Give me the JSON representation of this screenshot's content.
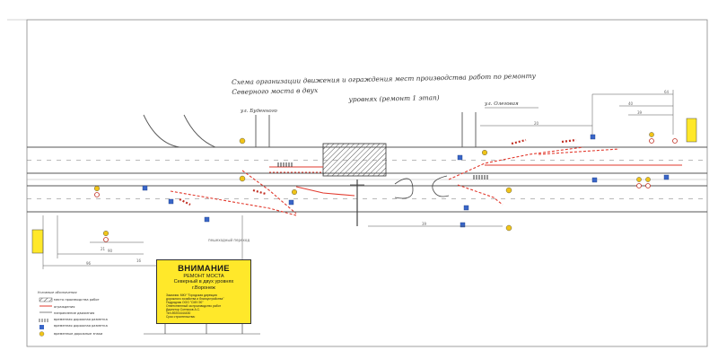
{
  "title": {
    "line1": "Схема организации движения и ограждения мест производства работ по ремонту Северного моста в двух",
    "line2": "уровнях (ремонт 1 этап)"
  },
  "streets": {
    "budennogo": "ул. Буденного",
    "olenikova": "ул. Олеговая"
  },
  "underpass_note": "пешеходный переход",
  "board": {
    "heading": "ВНИМАНИЕ",
    "line1": "РЕМОНТ МОСТА",
    "line2": "Северный в двух уровнях",
    "line3": "г.Воронеж",
    "info": [
      "Заказчик: МКУ \"Городская дирекция",
      "дорожного хозяйства и благоустройства\"",
      "Подрядчик ООО \"СМУ-90\"",
      "Ответственный за производство работ",
      "Директор Сотников А.С.",
      "Тел.89204444430",
      "Срок строительства:"
    ]
  },
  "legend": {
    "heading": "Условные обозначения",
    "items": [
      "место производства работ",
      "ограждения",
      "направление движения",
      "временная дорожная разметка",
      "временная дорожная разметка",
      "временные дорожные знаки"
    ]
  },
  "dims": {
    "d16": "16",
    "d21": "21",
    "d90": "90",
    "d96": "96",
    "d39": "39",
    "d20": "20",
    "d40": "40",
    "d64": "64",
    "d39r": "39"
  },
  "colors": {
    "road": "#555555",
    "marking_red": "#e23a2e",
    "sign_blue": "#3a66c8",
    "sign_yellow": "#f0c419",
    "board_yellow": "#ffe82a"
  }
}
